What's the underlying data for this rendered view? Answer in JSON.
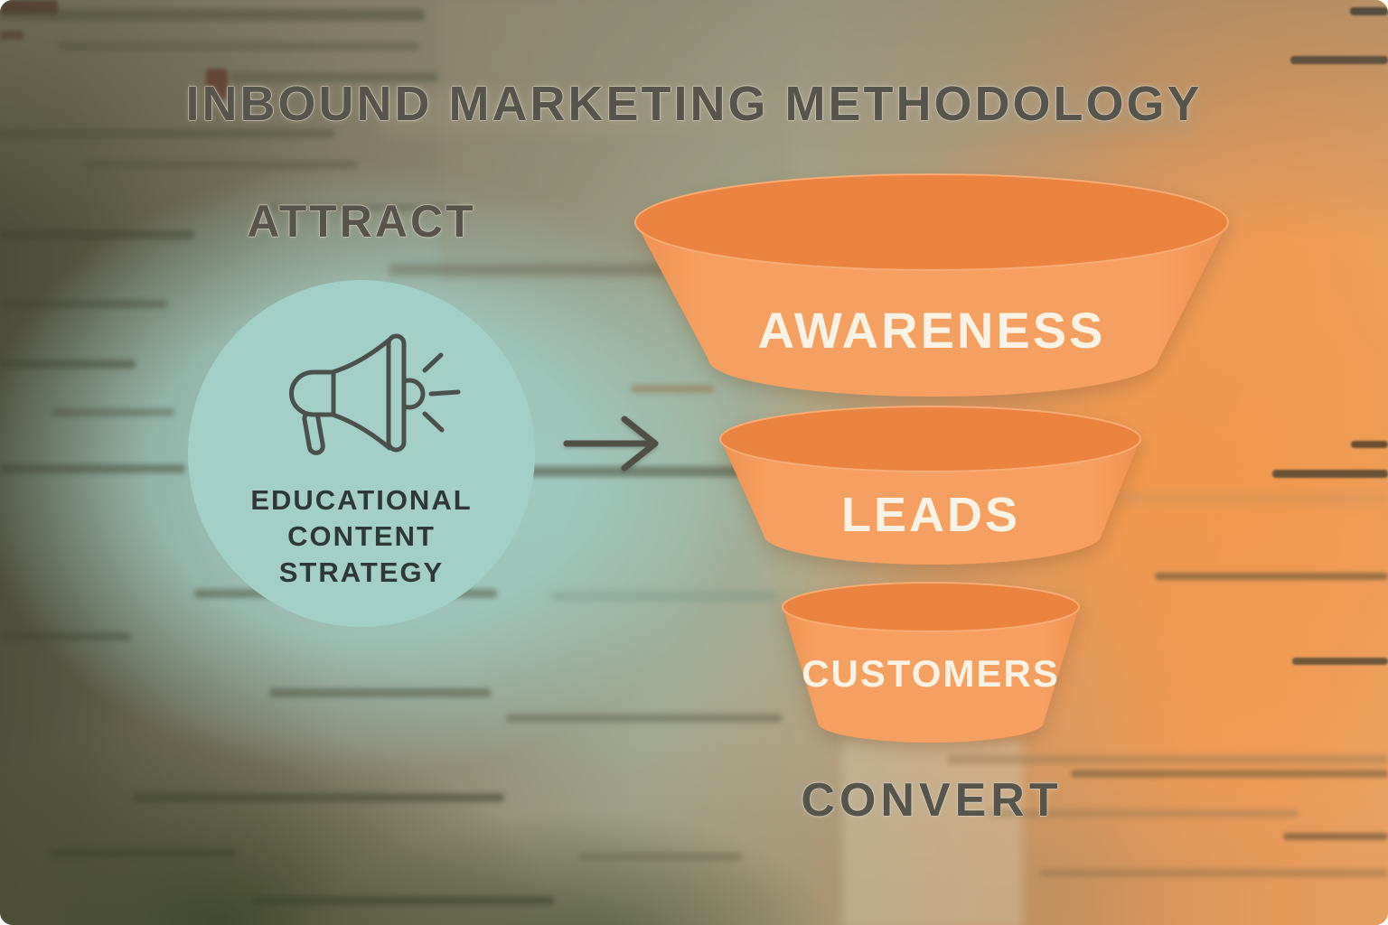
{
  "title": "INBOUND MARKETING METHODOLOGY",
  "labels": {
    "attract": "ATTRACT",
    "convert": "CONVERT"
  },
  "attract_bubble": {
    "icon": "megaphone-icon",
    "lines": [
      "EDUCATIONAL",
      "CONTENT",
      "STRATEGY"
    ]
  },
  "funnel": {
    "tiers": [
      {
        "label": "AWARENESS"
      },
      {
        "label": "LEADS"
      },
      {
        "label": "CUSTOMERS"
      }
    ]
  },
  "colors": {
    "funnel_body": "#f5a061",
    "funnel_top": "#ea8440",
    "bubble": "#a3cfc7",
    "heading_text": "#57544b",
    "funnel_text": "#faf2e4",
    "bubble_text": "#2d3837",
    "arrow": "#4f4f45"
  }
}
